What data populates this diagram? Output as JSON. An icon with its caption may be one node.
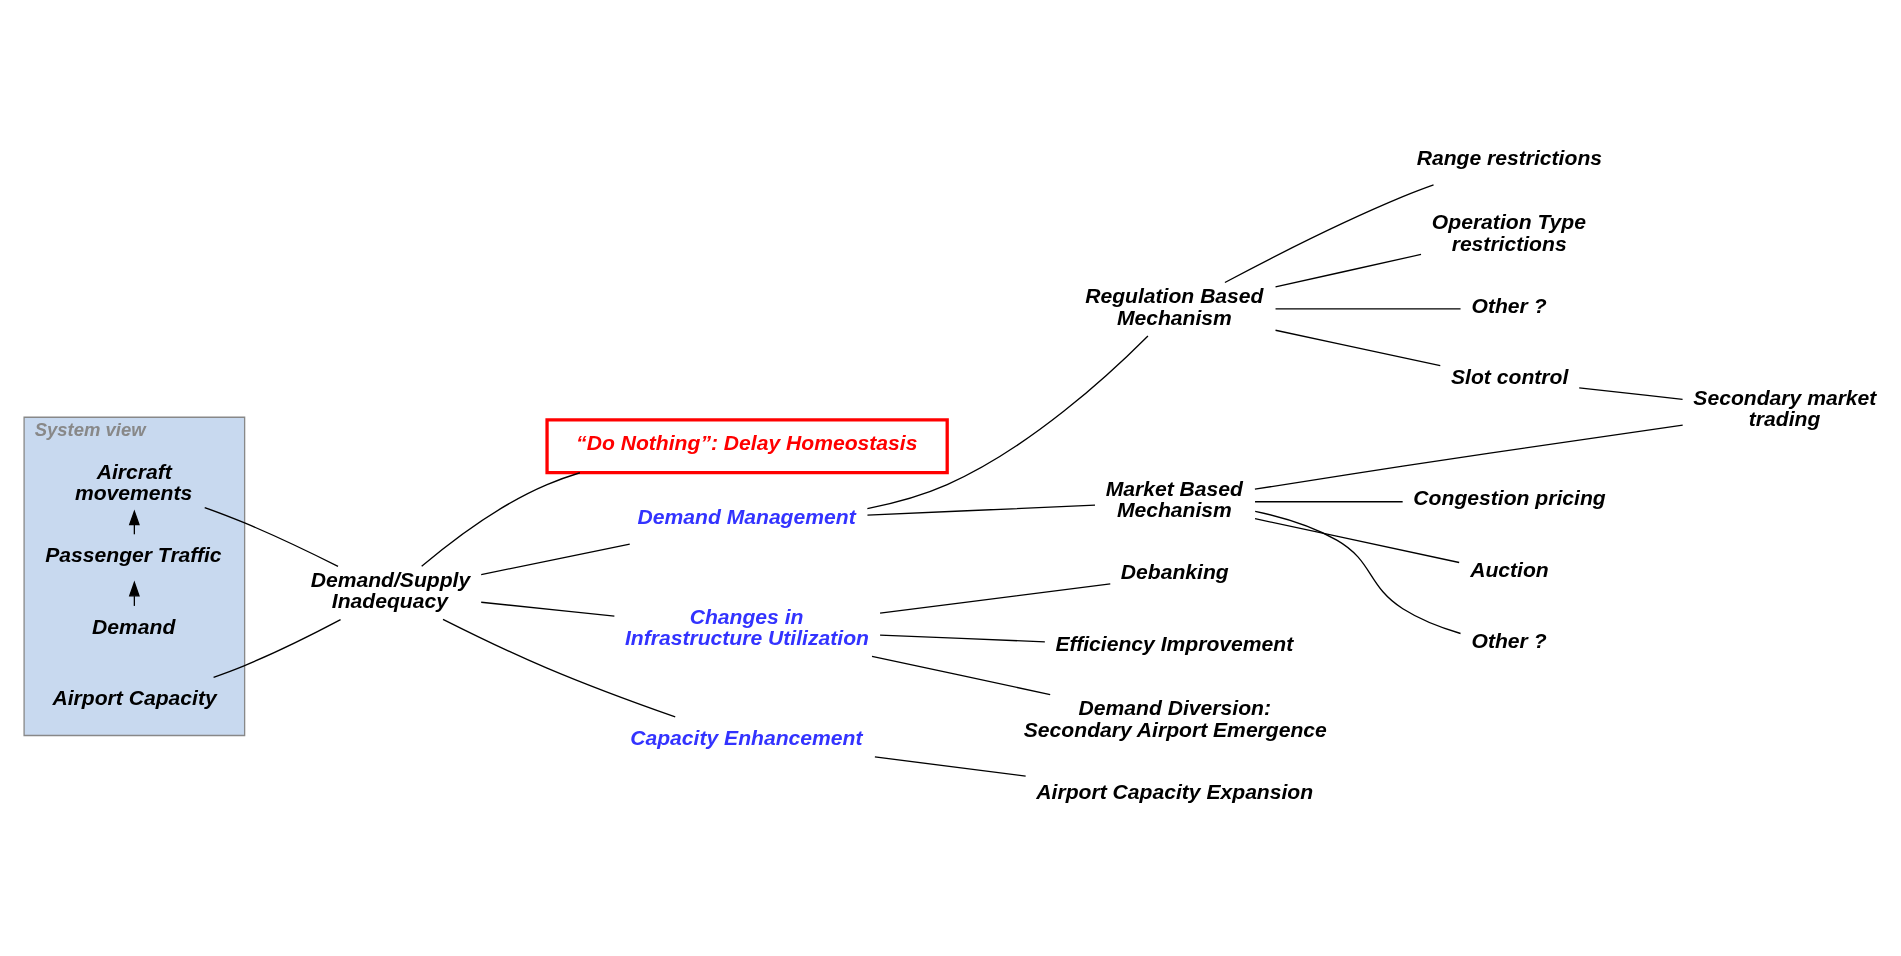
{
  "diagram": {
    "nodes": [
      {
        "text": [
          "System view"
        ]
      },
      {
        "text": [
          "Demand"
        ],
        "in": 0
      },
      {
        "text": [
          "Passenger Traffic"
        ],
        "in": 0
      },
      {
        "text": [
          "Aircraft movements"
        ],
        "in": 0
      },
      {
        "text": [
          "Airport Capacity"
        ],
        "in": 0
      },
      {
        "text": [
          "Demand/Supply Inadequacy"
        ]
      },
      {
        "text": [
          "“Do Nothing”: Delay Homeostasis"
        ]
      },
      {
        "text": [
          "Demand Management"
        ]
      },
      {
        "text": [
          "Regulation Based Mechanism"
        ]
      },
      {
        "text": [
          "Range restrictions"
        ]
      },
      {
        "text": [
          "Operation Type restrictions"
        ]
      },
      {
        "text": [
          "Other ?"
        ]
      },
      {
        "text": [
          "Slot control"
        ]
      },
      {
        "text": [
          "Secondary market trading"
        ]
      },
      {
        "text": [
          "Market Based Mechanism"
        ]
      },
      {
        "text": [
          "Congestion pricing"
        ]
      },
      {
        "text": [
          "Auction"
        ]
      },
      {
        "text": [
          "Other ?"
        ]
      },
      {
        "text": [
          "Changes in Infrastructure Utilization"
        ]
      },
      {
        "text": [
          "Debanking"
        ]
      },
      {
        "text": [
          "Efficiency Improvement"
        ]
      },
      {
        "text": [
          "Demand Diversion: Secondary Airport Emergence"
        ]
      },
      {
        "text": [
          "Capacity Enhancement"
        ]
      },
      {
        "text": [
          "Airport Capacity Expansion"
        ]
      }
    ],
    "edges": [
      {
        "from": 1,
        "to": 2,
        "arrow": "to"
      },
      {
        "from": 2,
        "to": 3,
        "arrow": "to"
      },
      {
        "from": 3,
        "to": 5,
        "arrow": "none"
      },
      {
        "from": 4,
        "to": 5,
        "arrow": "none"
      },
      {
        "from": 5,
        "to": 6,
        "arrow": "none"
      },
      {
        "from": 5,
        "to": 7,
        "arrow": "none"
      },
      {
        "from": 5,
        "to": 18,
        "arrow": "none"
      },
      {
        "from": 5,
        "to": 22,
        "arrow": "none"
      },
      {
        "from": 7,
        "to": 8,
        "arrow": "none"
      },
      {
        "from": 7,
        "to": 14,
        "arrow": "none"
      },
      {
        "from": 8,
        "to": 9,
        "arrow": "none"
      },
      {
        "from": 8,
        "to": 10,
        "arrow": "none"
      },
      {
        "from": 8,
        "to": 11,
        "arrow": "none"
      },
      {
        "from": 8,
        "to": 12,
        "arrow": "none"
      },
      {
        "from": 12,
        "to": 13,
        "arrow": "none"
      },
      {
        "from": 14,
        "to": 13,
        "arrow": "none"
      },
      {
        "from": 14,
        "to": 15,
        "arrow": "none"
      },
      {
        "from": 14,
        "to": 16,
        "arrow": "none"
      },
      {
        "from": 14,
        "to": 17,
        "arrow": "none"
      },
      {
        "from": 18,
        "to": 19,
        "arrow": "none"
      },
      {
        "from": 18,
        "to": 20,
        "arrow": "none"
      },
      {
        "from": 18,
        "to": 21,
        "arrow": "none"
      },
      {
        "from": 22,
        "to": 23,
        "arrow": "none"
      }
    ]
  }
}
